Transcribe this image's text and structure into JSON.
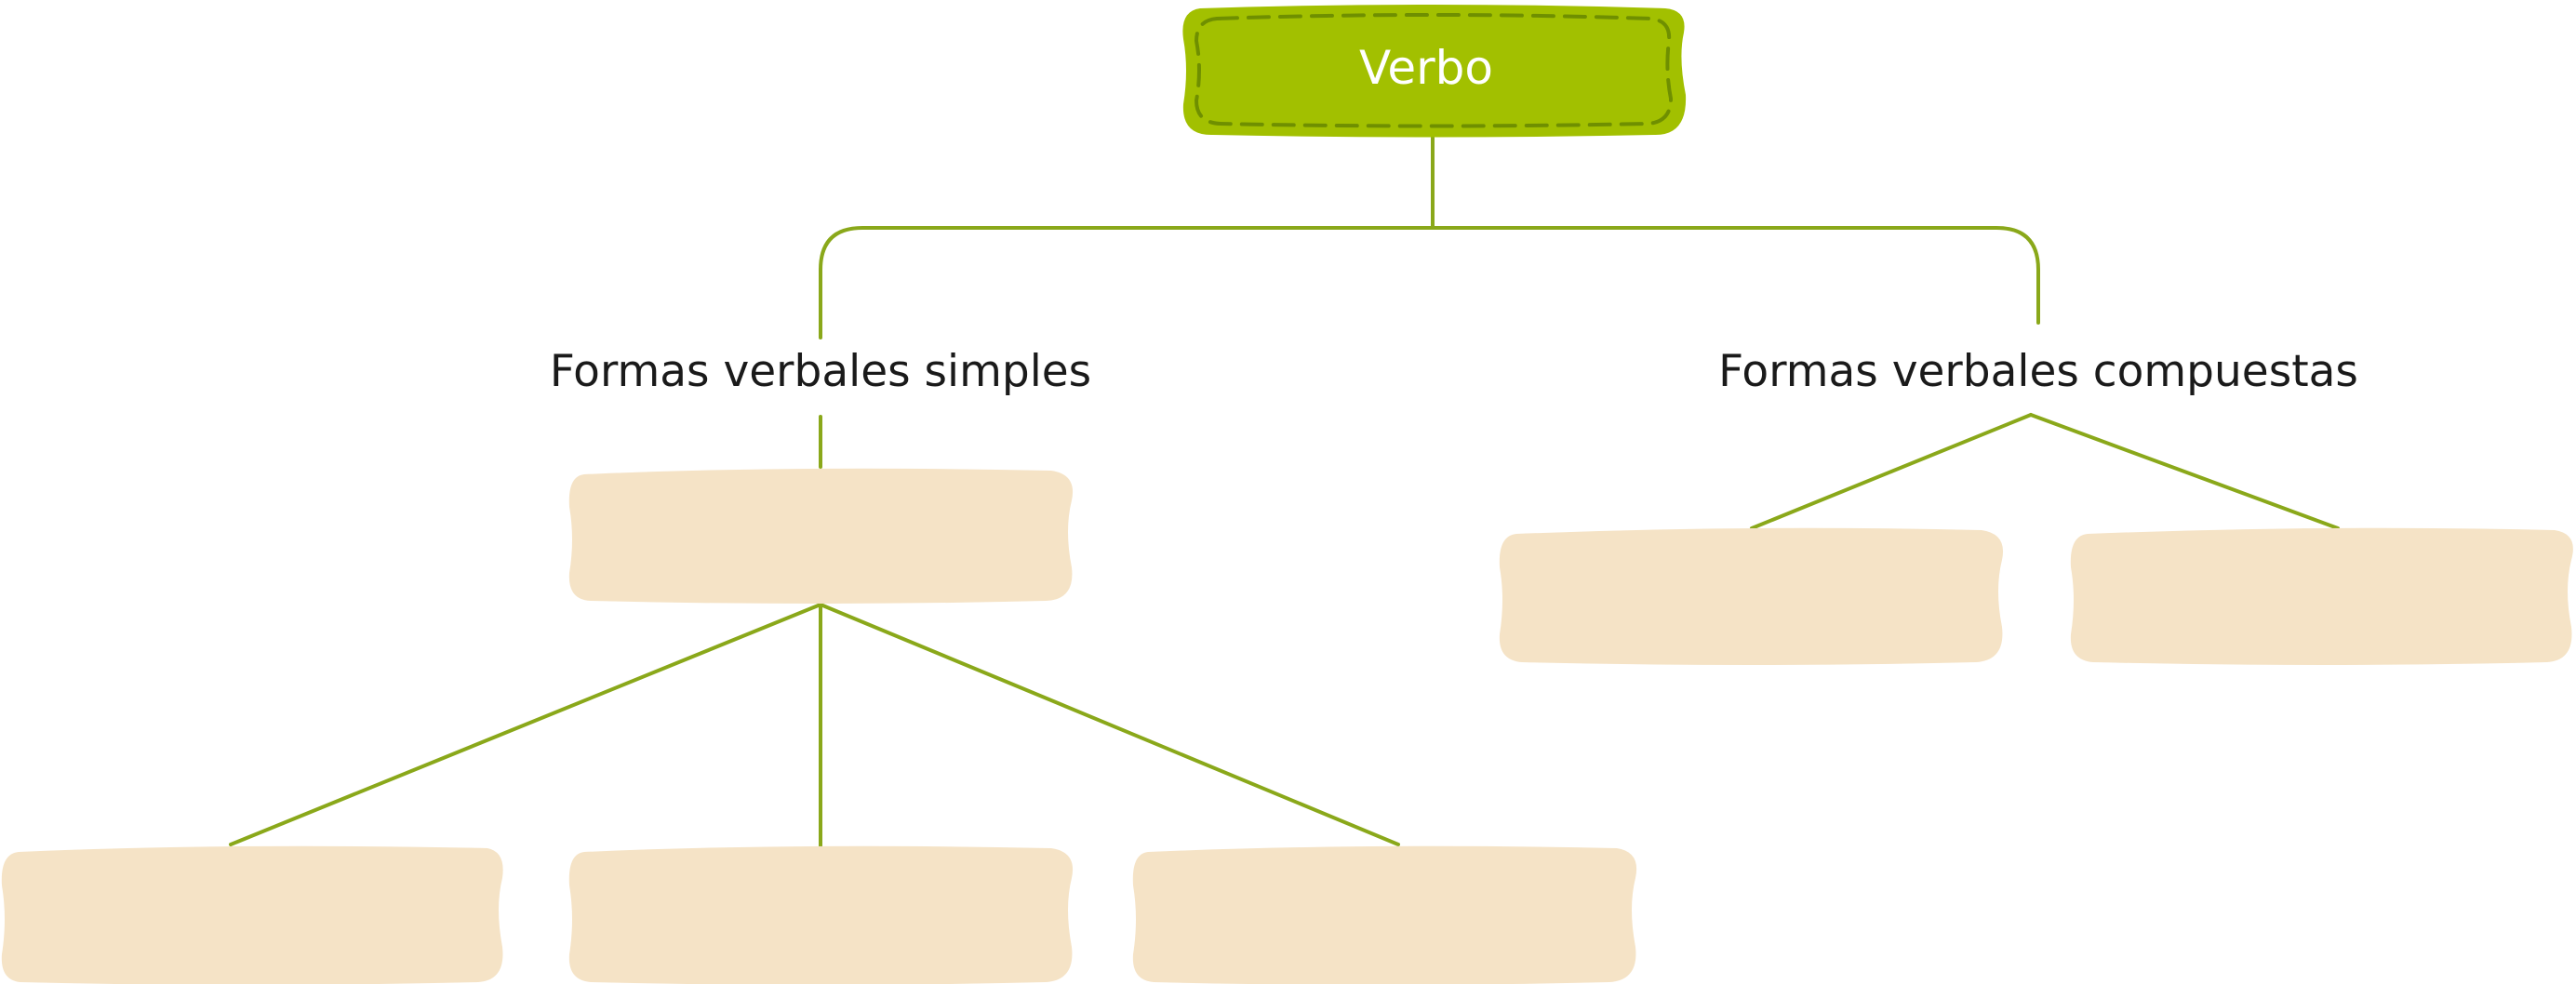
{
  "diagram": {
    "root": {
      "label": "Verbo"
    },
    "branches": [
      {
        "label": "Formas verbales simples"
      },
      {
        "label": "Formas verbales compuestas"
      }
    ]
  },
  "colors": {
    "root_fill": "#a2c000",
    "root_dash": "#6f8f00",
    "root_text": "#ffffff",
    "connector": "#8aa81a",
    "empty_box": "#f5e3c6",
    "label_text": "#1a1a1a",
    "background": "#ffffff"
  }
}
